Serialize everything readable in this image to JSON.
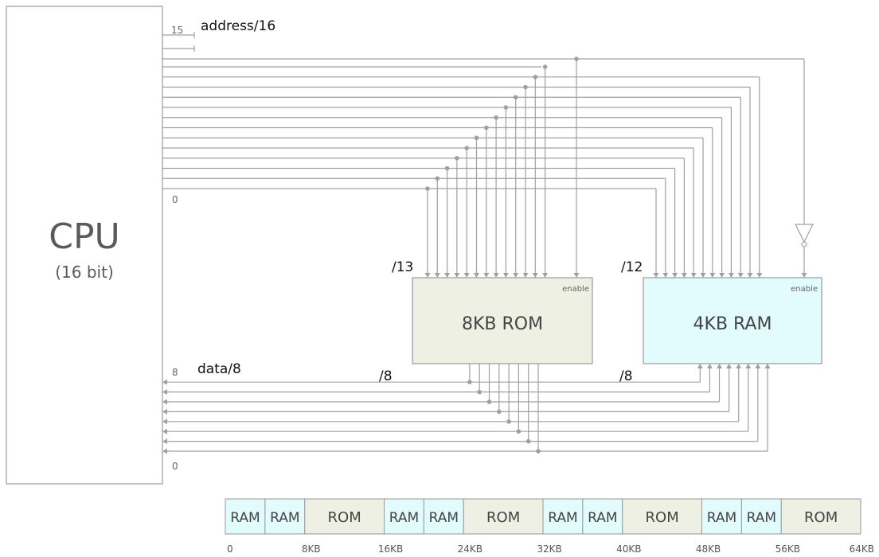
{
  "cpu": {
    "title": "CPU",
    "subtitle": "(16 bit)"
  },
  "address_bus": {
    "label": "address/16",
    "msb": "15",
    "lsb": "0"
  },
  "data_bus": {
    "label": "data/8",
    "msb": "8",
    "lsb": "0"
  },
  "rom": {
    "title": "8KB ROM",
    "enable": "enable",
    "addr_width": "/13",
    "data_width": "/8"
  },
  "ram": {
    "title": "4KB RAM",
    "enable": "enable",
    "addr_width": "/12",
    "data_width": "/8"
  },
  "memory_map": {
    "segments": [
      "RAM",
      "RAM",
      "ROM",
      "RAM",
      "RAM",
      "ROM",
      "RAM",
      "RAM",
      "ROM",
      "RAM",
      "RAM",
      "ROM"
    ],
    "ticks": [
      "0",
      "8KB",
      "16KB",
      "24KB",
      "32KB",
      "40KB",
      "48KB",
      "56KB",
      "64KB"
    ]
  },
  "colors": {
    "ram": "#e2fbfc",
    "rom": "#eef0e4",
    "wire": "#a0a0a0",
    "border": "#999999"
  }
}
